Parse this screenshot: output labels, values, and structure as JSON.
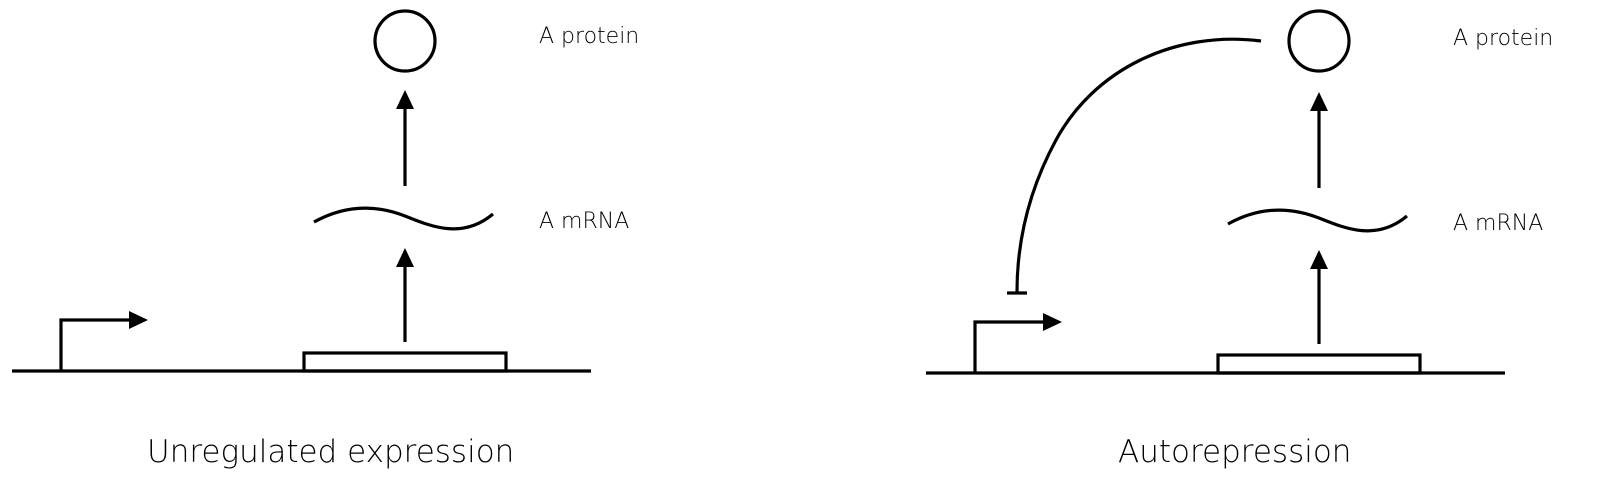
{
  "panels": [
    {
      "caption": "Unregulated expression",
      "protein_label": "A protein",
      "mrna_label": "A mRNA"
    },
    {
      "caption": "Autorepression",
      "protein_label": "A protein",
      "mrna_label": "A mRNA"
    }
  ],
  "colors": {
    "line": "#000000",
    "background": "#ffffff"
  }
}
